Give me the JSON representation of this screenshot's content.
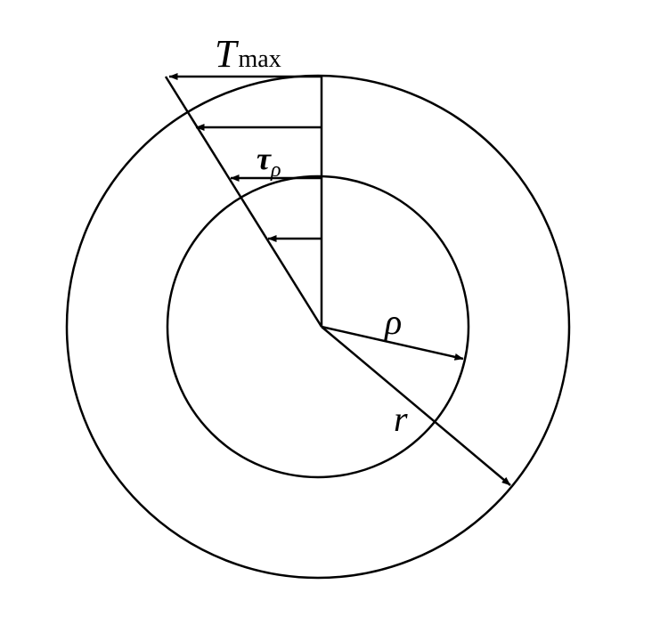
{
  "labels": {
    "t_main": "T",
    "t_sub": "max",
    "tau_main": "τ",
    "tau_sub": "ρ",
    "rho": "ρ",
    "r": "r"
  },
  "colors": {
    "stroke": "#000000",
    "background": "#ffffff"
  }
}
